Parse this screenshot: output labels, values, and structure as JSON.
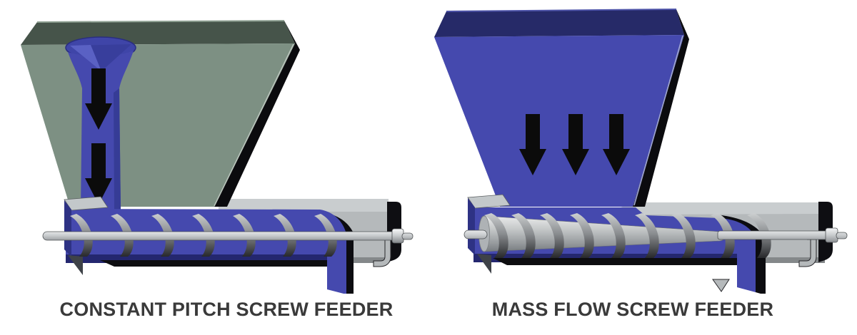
{
  "figure": {
    "panels": [
      {
        "id": "constant-pitch",
        "caption": "CONSTANT PITCH SCREW FEEDER",
        "flow_arrow_count": 2,
        "hopper_flow_pattern": "narrow central flow channel (funnel flow)",
        "screw_style": "constant pitch, constant shaft diameter"
      },
      {
        "id": "mass-flow",
        "caption": "MASS FLOW SCREW FEEDER",
        "flow_arrow_count": 3,
        "hopper_flow_pattern": "material flowing across full hopper width (mass flow)",
        "screw_style": "tapered shaft with increasing pitch"
      }
    ],
    "colors": {
      "background": "#ffffff",
      "hopper_wall_front": "#7d9083",
      "hopper_wall_top": "#46544a",
      "material_blue": "#4549ae",
      "material_blue_dark": "#262a68",
      "flow_arrow": "#0b0b0b",
      "metal_light": "#c9cdcf",
      "metal_mid": "#b5b9bb",
      "shadow": "#0c0c10",
      "caption_text": "#3a3a3a"
    }
  }
}
